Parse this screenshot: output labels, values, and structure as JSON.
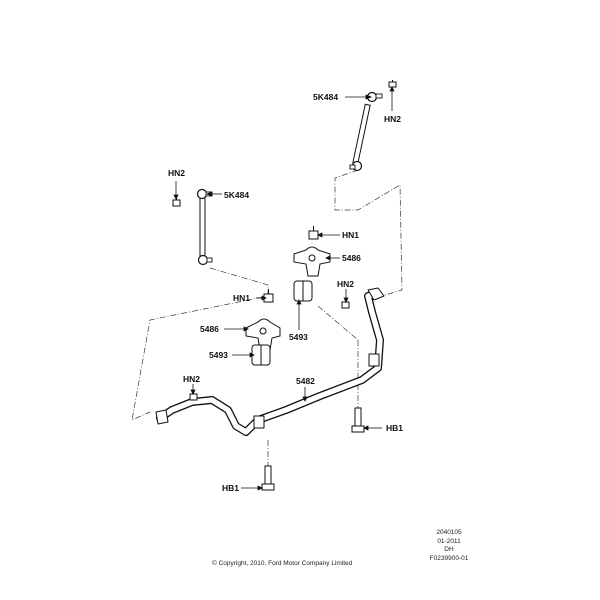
{
  "callouts": {
    "link_right_part": "5K484",
    "link_right_nut": "HN2",
    "link_left_part": "5K484",
    "link_left_nut": "HN2",
    "nut_upper_right": "HN1",
    "bracket_right": "5486",
    "nut_bar_right": "HN2",
    "nut_upper_left": "HN1",
    "bushing_right": "5493",
    "bracket_left": "5486",
    "bushing_left": "5493",
    "nut_bar_left": "HN2",
    "stabilizer_bar": "5482",
    "bolt_right": "HB1",
    "bolt_left": "HB1"
  },
  "meta": {
    "code": "2040105",
    "date": "01-2011",
    "initials": "DH",
    "figure": "F0239900-01"
  },
  "copyright": "© Copyright, 2010, Ford Motor Company Limited"
}
